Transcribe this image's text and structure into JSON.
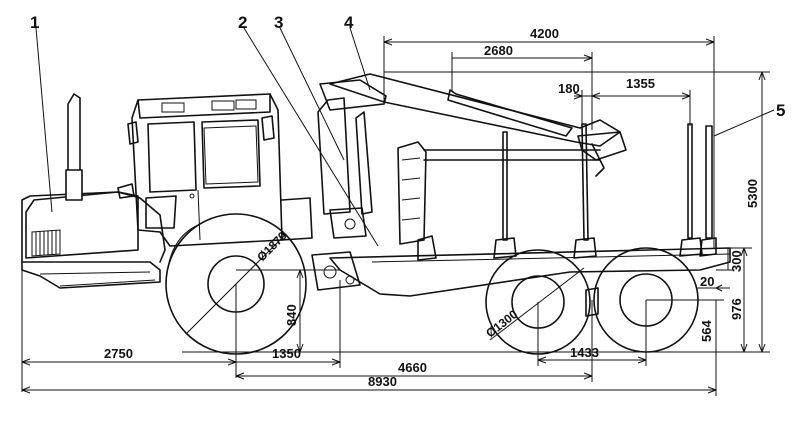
{
  "callouts": [
    "1",
    "2",
    "3",
    "4",
    "5"
  ],
  "dimensions": {
    "overall_crane": "4200",
    "crane_to_post": "2680",
    "post_gap_small": "180",
    "post_spacing": "1355",
    "height_total": "5300",
    "frame_height": "300",
    "bunk_offset": "20",
    "axle_height": "976",
    "rear_wheel_radius_height": "564",
    "front_wheel_diameter": "Ø1870",
    "rear_wheel_diameter": "Ø1300",
    "front_axle_height": "840",
    "front_overhang": "2750",
    "front_to_axle": "1350",
    "wheelbase": "4660",
    "bogie_spacing": "1433",
    "overall_length": "8930"
  }
}
